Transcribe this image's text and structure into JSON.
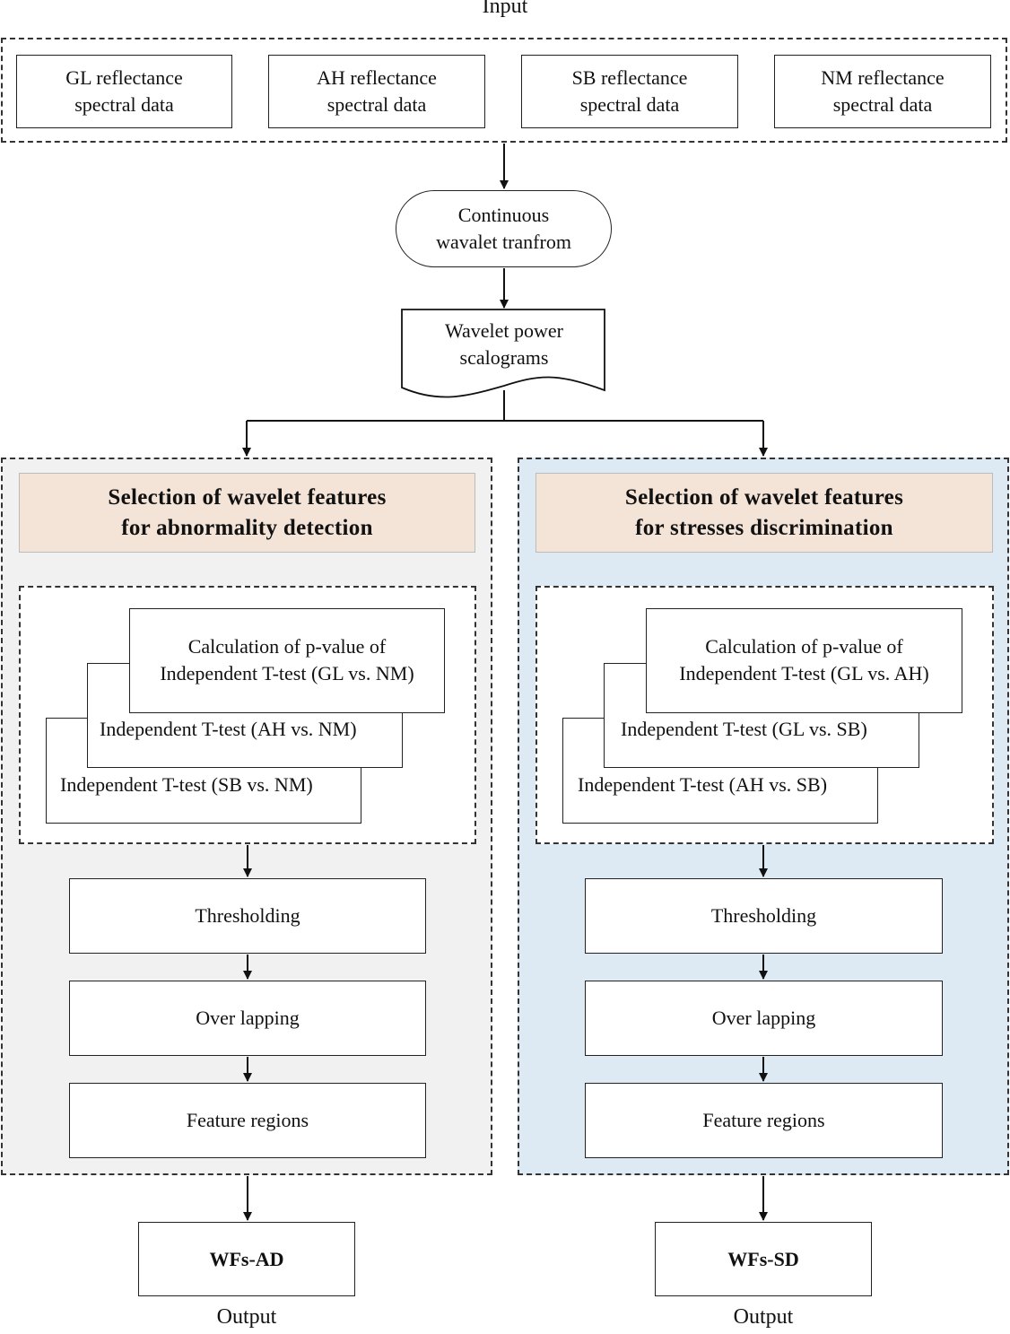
{
  "input_label": "Input",
  "inputs": [
    {
      "line1": "GL reflectance",
      "line2": "spectral data"
    },
    {
      "line1": "AH reflectance",
      "line2": "spectral data"
    },
    {
      "line1": "SB reflectance",
      "line2": "spectral data"
    },
    {
      "line1": "NM reflectance",
      "line2": "spectral data"
    }
  ],
  "cwt": {
    "line1": "Continuous",
    "line2": "wavalet tranfrom"
  },
  "scalogram": {
    "line1": "Wavelet power",
    "line2": "scalograms"
  },
  "left": {
    "heading1": "Selection of wavelet features",
    "heading2": "for abnormality detection",
    "ttest_top1": "Calculation of p-value of",
    "ttest_top2": "Independent T-test (GL vs. NM)",
    "ttest_mid": "Independent T-test (AH vs. NM)",
    "ttest_bot": "Independent T-test (SB vs. NM)",
    "step1": "Thresholding",
    "step2": "Over lapping",
    "step3": "Feature regions",
    "output_box": "WFs-AD",
    "output_label": "Output"
  },
  "right": {
    "heading1": "Selection of wavelet features",
    "heading2": "for stresses discrimination",
    "ttest_top1": "Calculation of p-value of",
    "ttest_top2": "Independent T-test (GL vs. AH)",
    "ttest_mid": "Independent T-test (GL vs. SB)",
    "ttest_bot": "Independent T-test (AH vs. SB)",
    "step1": "Thresholding",
    "step2": "Over lapping",
    "step3": "Feature regions",
    "output_box": "WFs-SD",
    "output_label": "Output"
  },
  "colors": {
    "left_panel_bg": "#f1f1f1",
    "right_panel_bg": "#dde9f3",
    "heading_bg": "#f3e4d7"
  }
}
